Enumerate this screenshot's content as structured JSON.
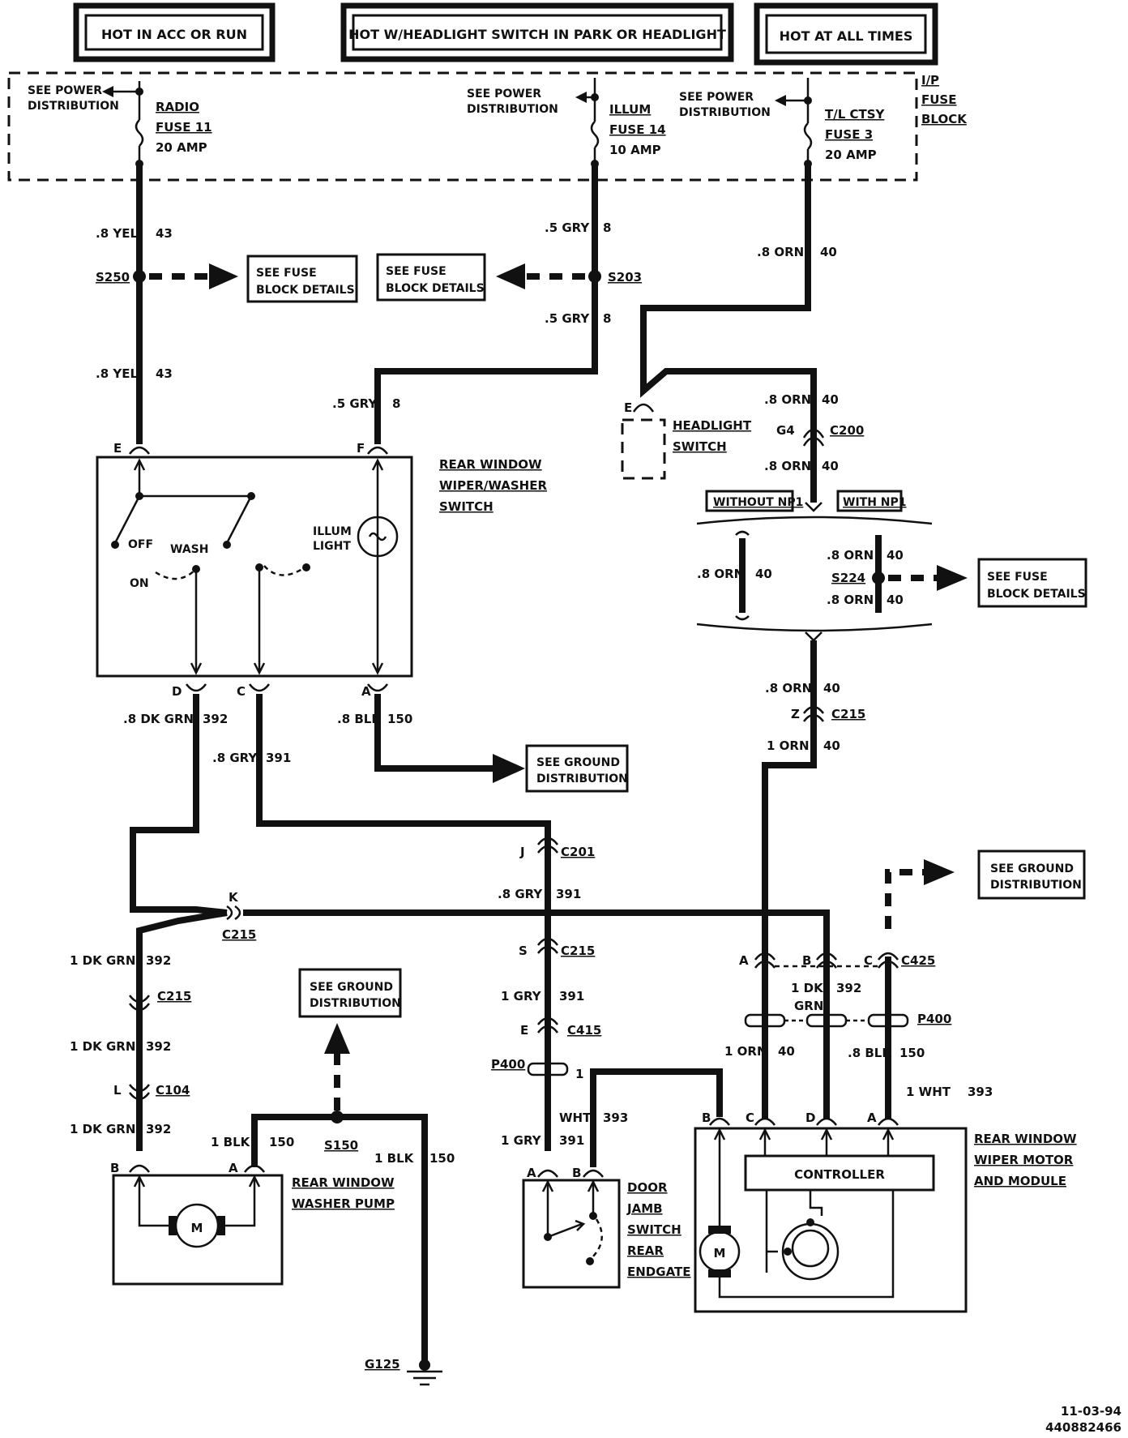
{
  "headers": {
    "acc_run": "HOT IN ACC OR RUN",
    "headlight": "HOT W/HEADLIGHT SWITCH IN PARK OR HEADLIGHT",
    "all_times": "HOT AT ALL TIMES"
  },
  "fuse_block": {
    "l1": "I/P",
    "l2": "FUSE",
    "l3": "BLOCK"
  },
  "fuses": {
    "radio": {
      "name": "RADIO",
      "fuse": "FUSE 11",
      "amp": "20 AMP"
    },
    "illum": {
      "name": "ILLUM",
      "fuse": "FUSE 14",
      "amp": "10 AMP"
    },
    "tlctsy": {
      "name": "T/L CTSY",
      "fuse": "FUSE 3",
      "amp": "20 AMP"
    }
  },
  "refs": {
    "power_l1": "SEE POWER",
    "power_l2": "DISTRIBUTION",
    "fuse_l1": "SEE FUSE",
    "fuse_l2": "BLOCK DETAILS",
    "fuse_block_details_l2": "BLOCK DETAILS",
    "ground_l1": "SEE GROUND",
    "ground_l2": "DISTRIBUTION"
  },
  "wires": {
    "yel": ".8 YEL",
    "c43": "43",
    "gry05": ".5 GRY",
    "c8": "8",
    "orn08": ".8 ORN",
    "c40": "40",
    "dkgrn08": ".8 DK GRN",
    "c392": "392",
    "gry08": ".8 GRY",
    "c391": "391",
    "blk08": ".8 BLK",
    "c150": "150",
    "orn1": "1 ORN",
    "dkgrn1": "1 DK GRN",
    "dk1": "1 DK",
    "grn": "GRN",
    "gry1": "1 GRY",
    "blk1": "1 BLK",
    "one": "1",
    "wht": "WHT",
    "wht1": "1 WHT",
    "c393": "393"
  },
  "splices": {
    "s250": "S250",
    "s203": "S203",
    "s224": "S224",
    "s150": "S150"
  },
  "connectors": {
    "c200": "C200",
    "c215": "C215",
    "c201": "C201",
    "c415": "C415",
    "c104": "C104",
    "c425": "C425",
    "p400": "P400",
    "g125": "G125"
  },
  "pins": {
    "E": "E",
    "F": "F",
    "D": "D",
    "C": "C",
    "A": "A",
    "B": "B",
    "G4": "G4",
    "Z": "Z",
    "J": "J",
    "K": "K",
    "S": "S",
    "L": "L"
  },
  "options": {
    "without": "WITHOUT NP1",
    "with": "WITH NP1"
  },
  "components": {
    "headlight_switch": {
      "l1": "HEADLIGHT",
      "l2": "SWITCH"
    },
    "rear_switch": {
      "l1": "REAR WINDOW",
      "l2": "WIPER/WASHER",
      "l3": "SWITCH"
    },
    "switch_pos": {
      "off": "OFF",
      "wash": "WASH",
      "on": "ON",
      "illum1": "ILLUM",
      "illum2": "LIGHT"
    },
    "washer_pump": {
      "l1": "REAR WINDOW",
      "l2": "WASHER PUMP",
      "motor": "M"
    },
    "door_jamb": {
      "l1": "DOOR",
      "l2": "JAMB",
      "l3": "SWITCH",
      "l4": "REAR",
      "l5": "ENDGATE"
    },
    "wiper_motor": {
      "l1": "REAR WINDOW",
      "l2": "WIPER MOTOR",
      "l3": "AND MODULE",
      "controller": "CONTROLLER",
      "motor": "M"
    }
  },
  "footer": {
    "date": "11-03-94",
    "code": "440882466"
  }
}
